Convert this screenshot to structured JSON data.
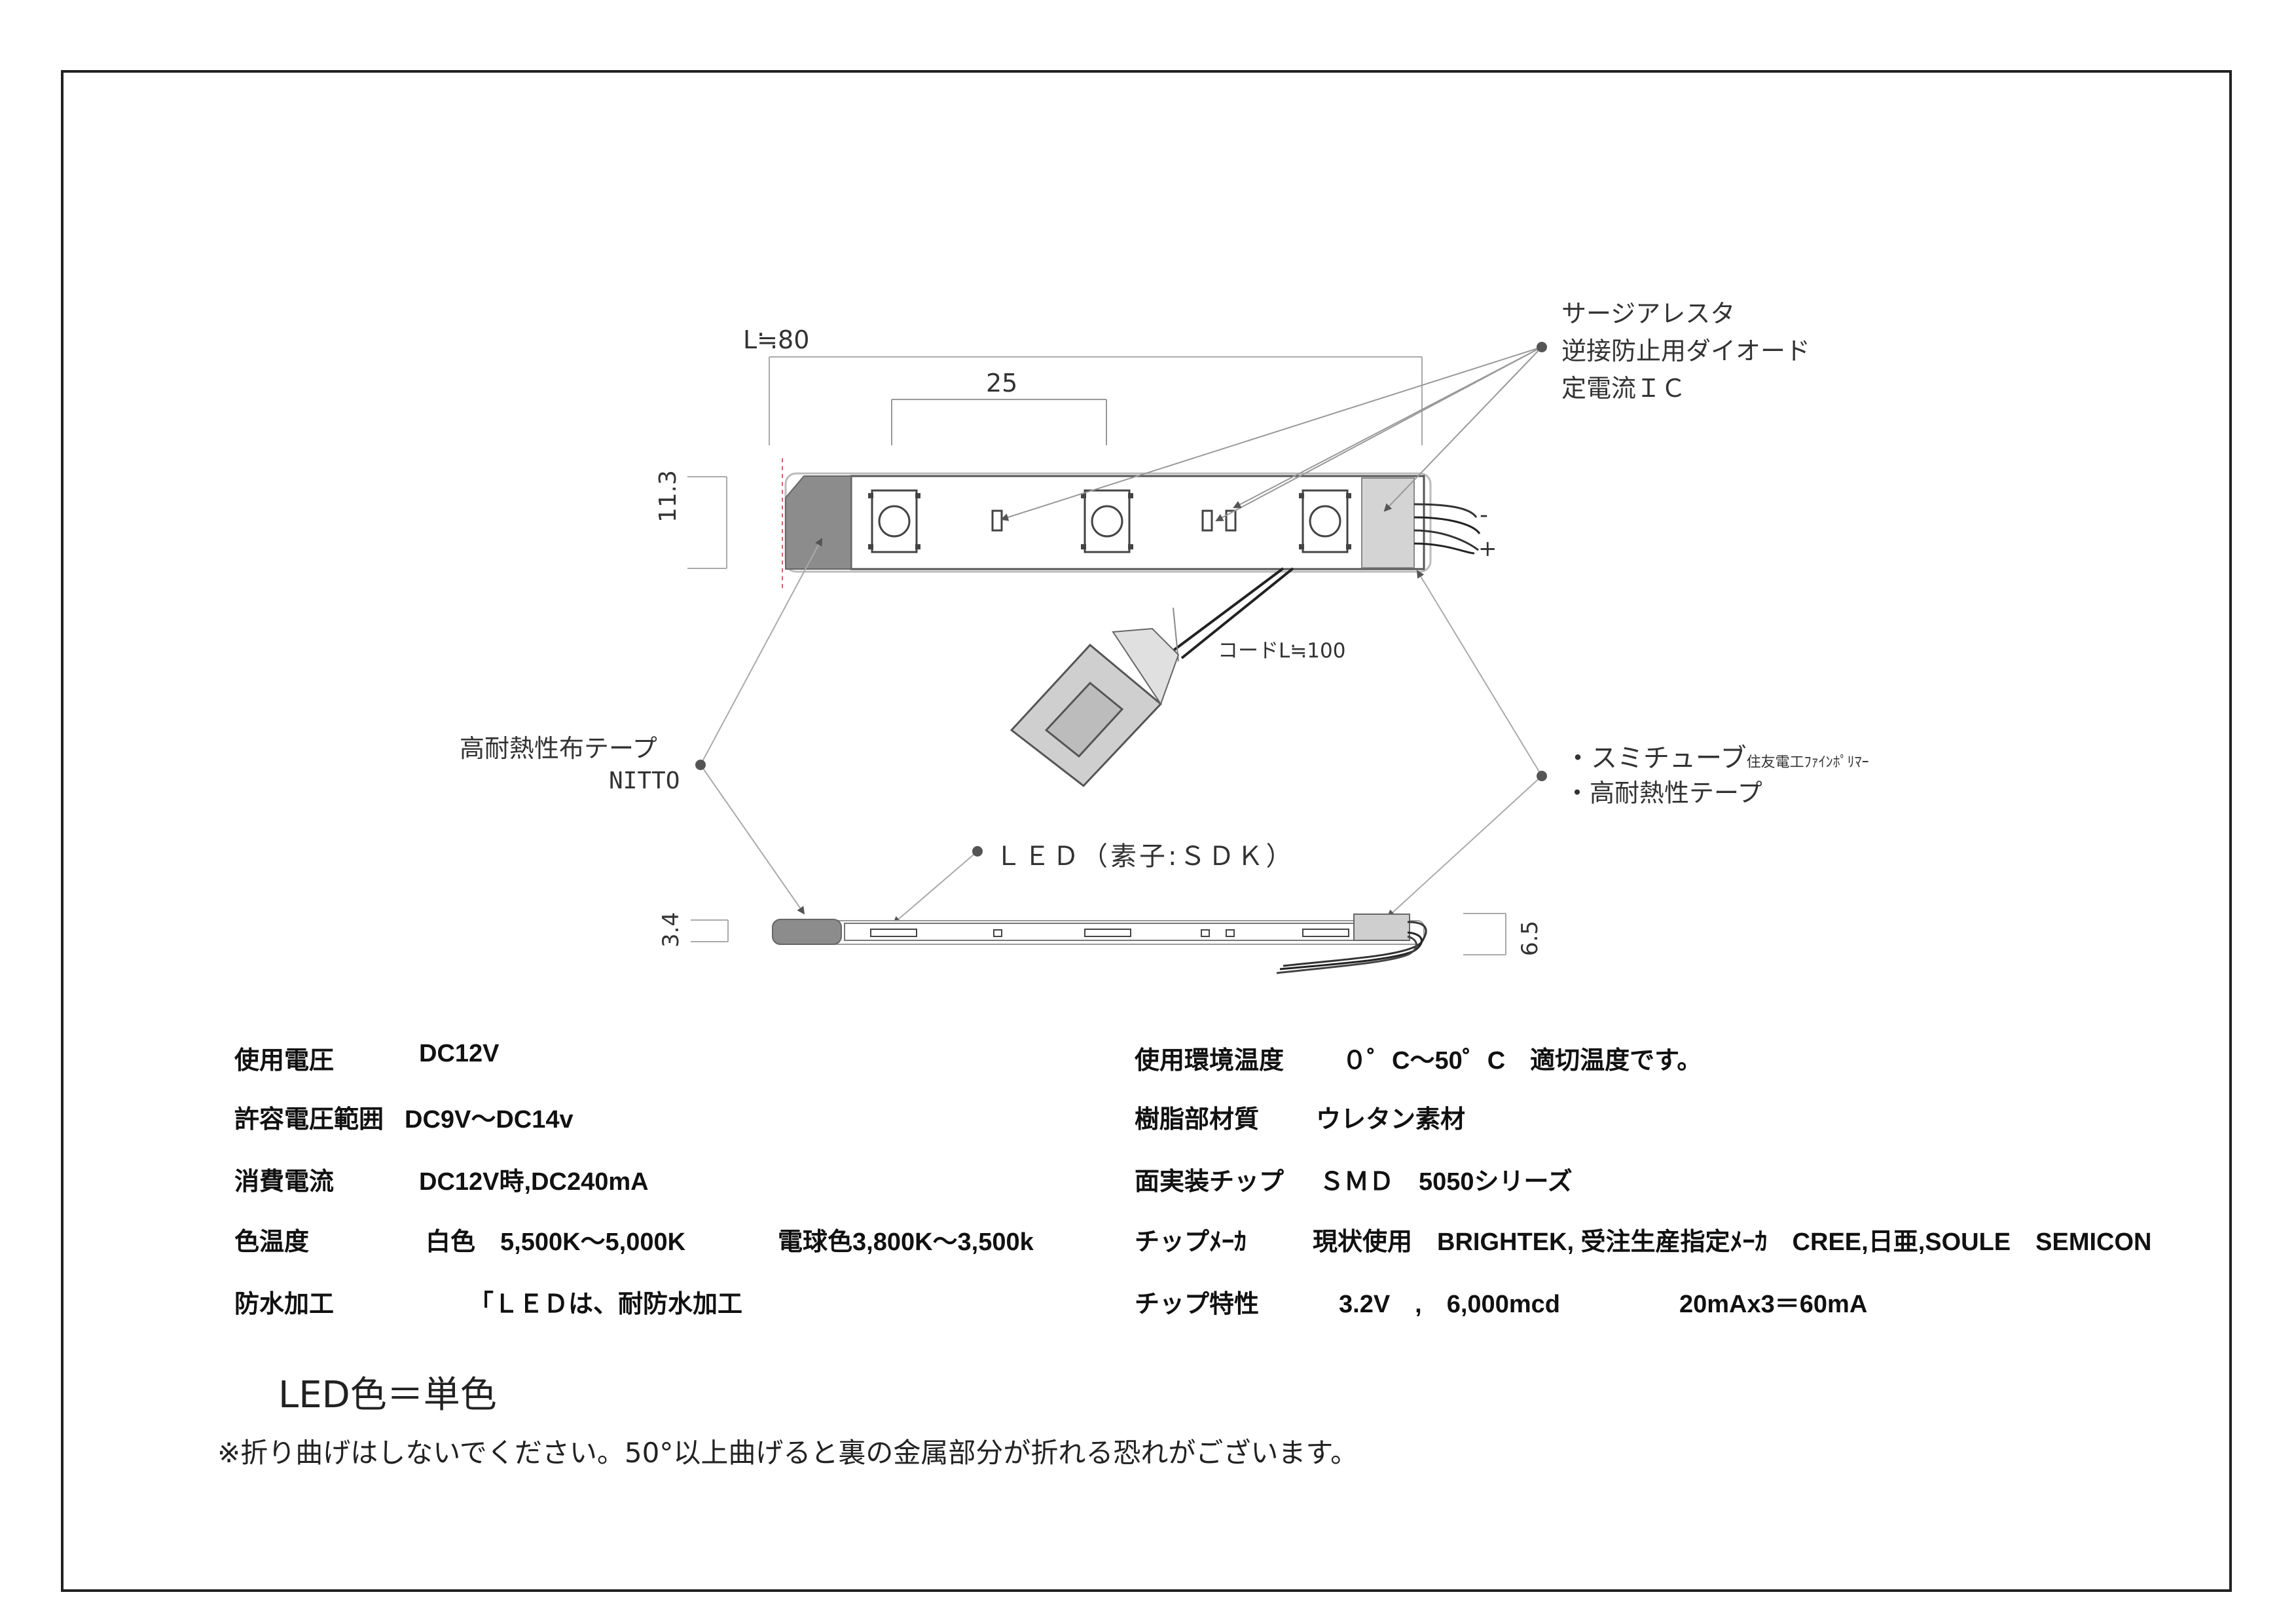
{
  "diagram": {
    "dim_length": "L≒80",
    "dim_pitch": "25",
    "dim_height": "11.3",
    "dim_thickness_left": "3.4",
    "dim_thickness_right": "6.5",
    "cord_label": "コードL≒100",
    "polarity_minus": "-",
    "polarity_plus": "+",
    "callout_components": [
      "サージアレスタ",
      "逆接防止用ダイオード",
      "定電流ＩＣ"
    ],
    "callout_tape_left": [
      "高耐熱性布テープ",
      "NITTO"
    ],
    "callout_tube_right_1": "・スミチューブ",
    "callout_tube_right_1_small": "住友電工ﾌｧｲﾝﾎﾟﾘﾏｰ",
    "callout_tube_right_2": "・高耐熱性テープ",
    "callout_led": "ＬＥＤ（素子:ＳＤＫ）"
  },
  "specs_left": [
    {
      "label": "使用電圧",
      "value": "DC12V"
    },
    {
      "label": "許容電圧範囲",
      "value": "DC9V～DC14v"
    },
    {
      "label": "消費電流",
      "value": "DC12V時,DC240mA"
    },
    {
      "label": "色温度",
      "value": "白色　5,500K～5,000K",
      "value2": "電球色3,800K～3,500k"
    },
    {
      "label": "防水加工",
      "value": "｢ＬＥＤは、耐防水加工"
    }
  ],
  "specs_right": [
    {
      "label": "使用環境温度",
      "value": "０゜C～50゜C　適切温度です。"
    },
    {
      "label": "樹脂部材質",
      "value": "ウレタン素材"
    },
    {
      "label": "面実装チップ",
      "value": "ＳＭＤ　5050シリーズ"
    },
    {
      "label": "チップﾒｰｶ",
      "value": "現状使用　BRIGHTEK,  受注生産指定ﾒｰｶ　CREE,日亜,SOULE　SEMICON"
    },
    {
      "label": "チップ特性",
      "value": "3.2V　,　6,000mcd",
      "value2": "20mAx3＝60mA"
    }
  ],
  "notes": {
    "led_color": "LED色＝単色",
    "warning": "※折り曲げはしないでください。50°以上曲げると裏の金属部分が折れる恐れがございます。"
  }
}
